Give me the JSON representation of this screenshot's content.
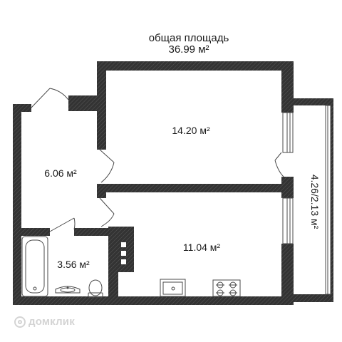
{
  "header": {
    "area_title": "общая площадь",
    "area_value": "36.99 м²"
  },
  "rooms": [
    {
      "id": "living",
      "label": "14.20 м²"
    },
    {
      "id": "hall",
      "label": "6.06 м²"
    },
    {
      "id": "kitchen",
      "label": "11.04 м²"
    },
    {
      "id": "bath",
      "label": "3.56 м²"
    }
  ],
  "balcony": {
    "label": "4.26/2.13 м²"
  },
  "watermark": {
    "text": "домклик",
    "icon": "domclick-logo-icon"
  },
  "colors": {
    "wall": "#333333",
    "hatch": "#555555",
    "line": "#4a4a4a"
  }
}
